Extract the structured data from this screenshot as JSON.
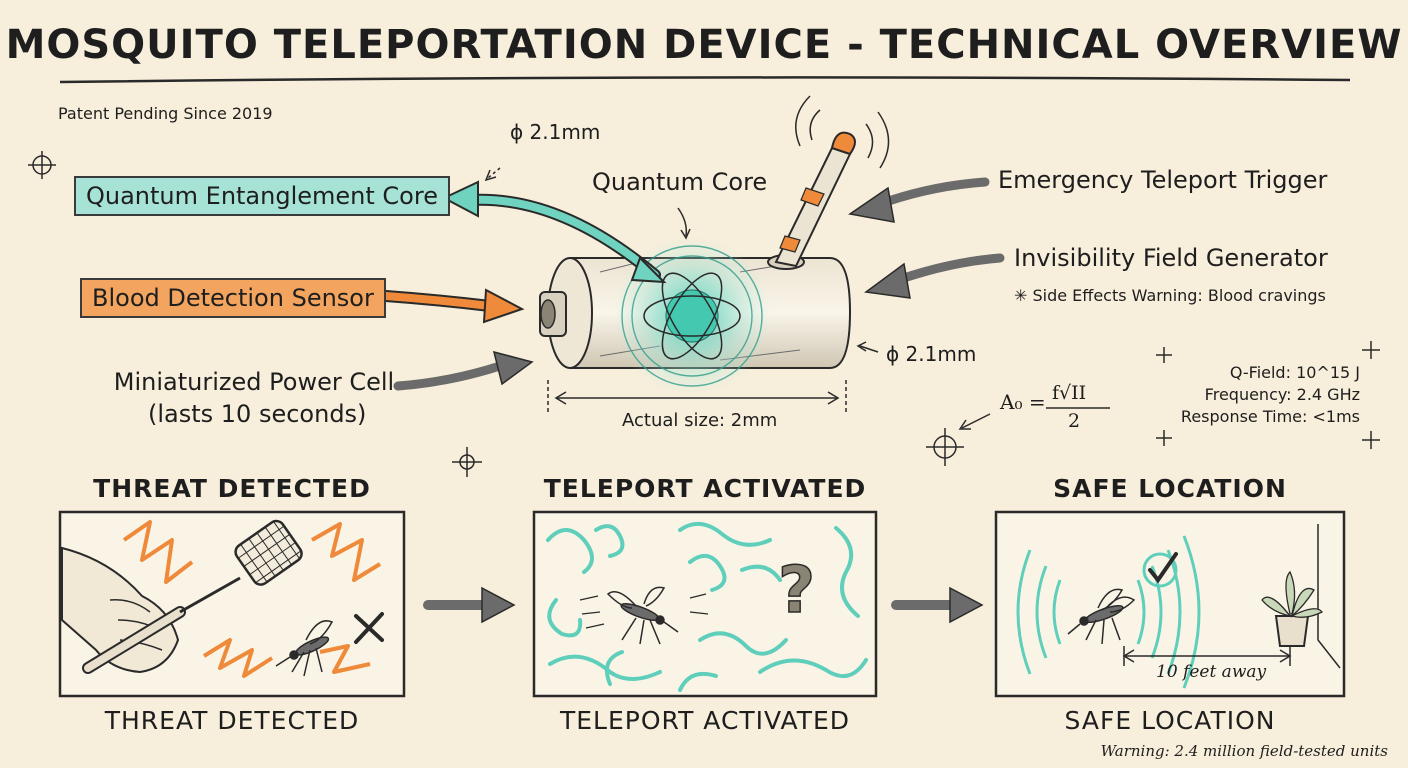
{
  "title": "MOSQUITO TELEPORTATION DEVICE - TECHNICAL OVERVIEW",
  "subtitle": "Patent Pending Since 2019",
  "labels": {
    "quantum_entanglement_core": "Quantum Entanglement Core",
    "blood_detection_sensor": "Blood Detection Sensor",
    "power_cell_line1": "Miniaturized Power Cell",
    "power_cell_line2": "(lasts 10 seconds)",
    "quantum_core": "Quantum Core",
    "emergency_trigger": "Emergency Teleport Trigger",
    "invisibility_generator": "Invisibility Field Generator",
    "side_effects": "✳ Side Effects Warning: Blood cravings",
    "diameter_top": "ϕ 2.1mm",
    "diameter_right": "ϕ 2.1mm",
    "actual_size": "Actual size: 2mm"
  },
  "formula": {
    "lhs": "A₀ =",
    "numerator": "f√II",
    "denominator": "2"
  },
  "stats": {
    "q_field": "Q-Field: 10^15 J",
    "frequency": "Frequency: 2.4 GHz",
    "response_time": "Response Time: <1ms"
  },
  "panels": [
    {
      "top_title": "THREAT DETECTED",
      "bottom_title": "THREAT DETECTED"
    },
    {
      "top_title": "TELEPORT ACTIVATED",
      "bottom_title": "TELEPORT ACTIVATED"
    },
    {
      "top_title": "SAFE LOCATION",
      "bottom_title": "SAFE LOCATION",
      "distance_label": "10 feet away"
    }
  ],
  "footer": "Warning: 2.4 million field-tested units",
  "colors": {
    "background": "#f7eedb",
    "teal": "#4fc9b4",
    "orange": "#ee8a3a",
    "ink": "#2a2a2a",
    "arrow_gray": "#6b6b6b"
  }
}
